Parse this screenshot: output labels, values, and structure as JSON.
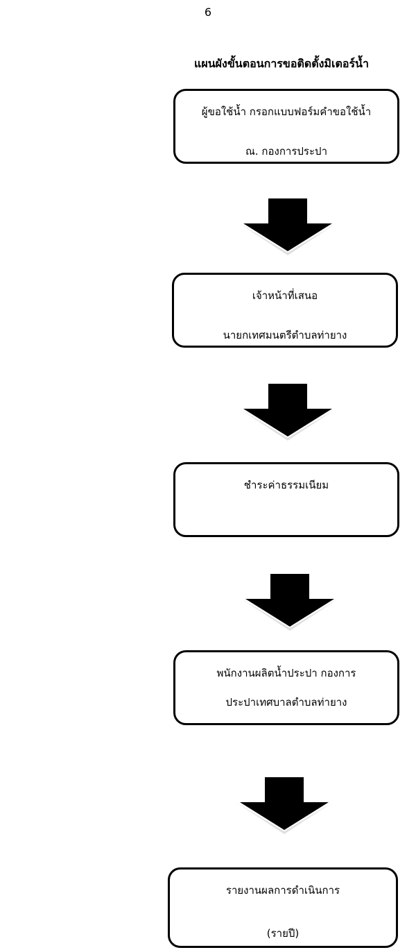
{
  "page_number": "6",
  "title": "แผนผังขั้นตอนการขอติดตั้งมิเตอร์น้ำ",
  "steps": [
    {
      "line1": "ผู้ขอใช้น้ำ กรอกแบบฟอร์มคำขอใช้น้ำ",
      "line2": "ณ. กองการประปา"
    },
    {
      "line1": "เจ้าหน้าที่เสนอ",
      "line2": "นายกเทศมนตรีตำบลท่ายาง"
    },
    {
      "line1": "ชำระค่าธรรมเนียม",
      "line2": ""
    },
    {
      "line1": "พนักงานผลิตน้ำประปา กองการ",
      "line2": "ประปาเทศบาลตำบลท่ายาง"
    },
    {
      "line1": "รายงานผลการดำเนินการ",
      "line2": "(รายปี)"
    }
  ]
}
